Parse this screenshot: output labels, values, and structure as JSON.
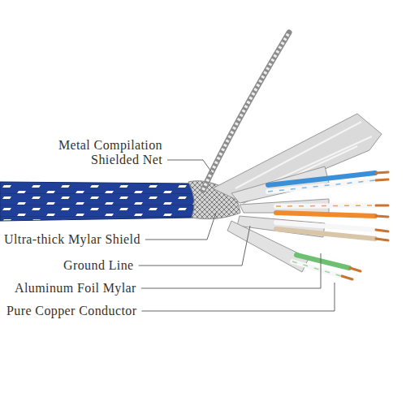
{
  "diagram": {
    "labels": [
      "Metal Compilation Shielded Net",
      "Ultra-thick Mylar Shield",
      "Ground Line",
      "Aluminum Foil Mylar",
      "Pure Copper Conductor"
    ]
  }
}
